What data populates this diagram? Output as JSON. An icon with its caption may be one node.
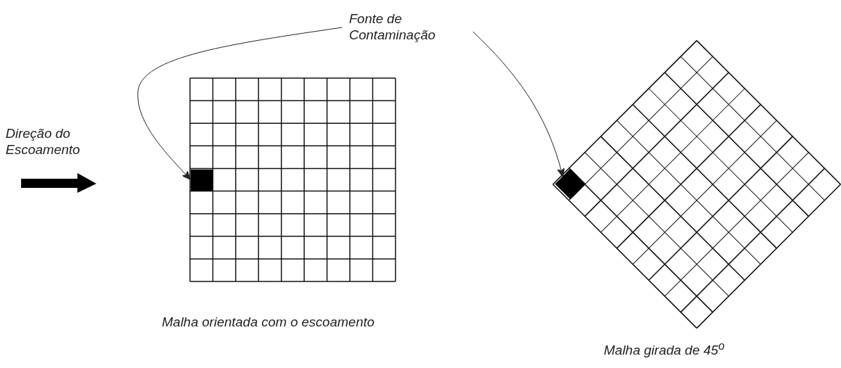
{
  "diagram": {
    "nodes": [
      {
        "text": [
          "Fonte de Contaminação"
        ]
      },
      {
        "text": [],
        "shape": "box"
      },
      {
        "text": [],
        "shape": "diamond"
      }
    ],
    "edges": [
      {
        "from": 0,
        "to": 1,
        "arrow": "to"
      },
      {
        "from": 0,
        "to": 2,
        "arrow": "to"
      }
    ],
    "labels": [
      "Direção do Escoamento",
      "Malha orientada com o escoamento",
      "Malha girada de 45$^{o}$"
    ]
  }
}
